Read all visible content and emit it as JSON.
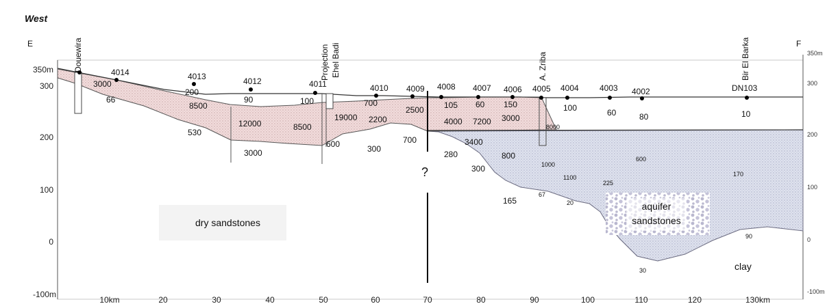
{
  "header": {
    "direction": "West"
  },
  "ends": {
    "left": "E",
    "right": "F"
  },
  "left_axis": [
    "350m",
    "300",
    "200",
    "100",
    "0",
    "-100m"
  ],
  "right_axis": [
    "350m",
    "300",
    "200",
    "100",
    "0",
    "-100m"
  ],
  "x_axis": [
    "10km",
    "20",
    "30",
    "40",
    "50",
    "60",
    "70",
    "80",
    "90",
    "100",
    "110",
    "120",
    "130km"
  ],
  "named_wells": {
    "douewira": "Douewira",
    "projection": "Projection",
    "ehel_badi": "Ehel Badi",
    "zriba": "A. Zriba",
    "bir_el_barka": "Bir El Barka"
  },
  "wells": [
    "4014",
    "4013",
    "4012",
    "4011",
    "4010",
    "4009",
    "4008",
    "4007",
    "4006",
    "4005",
    "4004",
    "4003",
    "4002",
    "DN103"
  ],
  "values": {
    "v3000a": "3000",
    "v66": "66",
    "v200": "200",
    "v8500a": "8500",
    "v530": "530",
    "v90": "90",
    "v12000": "12000",
    "v8500b": "8500",
    "v3000b": "3000",
    "v100a": "100",
    "v19000": "19000",
    "v2200": "2200",
    "v600a": "600",
    "v300a": "300",
    "v700a": "700",
    "v2500": "2500",
    "v700b": "700",
    "v105": "105",
    "v60a": "60",
    "v150": "150",
    "v4000": "4000",
    "v7200": "7200",
    "v3000c": "3000",
    "v8000": "8000",
    "v280": "280",
    "v3400": "3400",
    "v800": "800",
    "v300b": "300",
    "v100b": "100",
    "v60b": "60",
    "v80": "80",
    "v10": "10",
    "v1000": "1000",
    "v1100": "1100",
    "v225": "225",
    "v600b": "600",
    "v170": "170",
    "v165": "165",
    "v67": "67",
    "v20": "20",
    "v90b": "90",
    "v30": "30"
  },
  "labels": {
    "question": "?",
    "dry": "dry sandstones",
    "aquifer_line1": "aquifer",
    "aquifer_line2": "sandstones",
    "clay": "clay"
  },
  "colors": {
    "unsaturated_fill": "#f1dcdc",
    "aquifer_fill": "#dfe2ee",
    "line": "#333333"
  }
}
